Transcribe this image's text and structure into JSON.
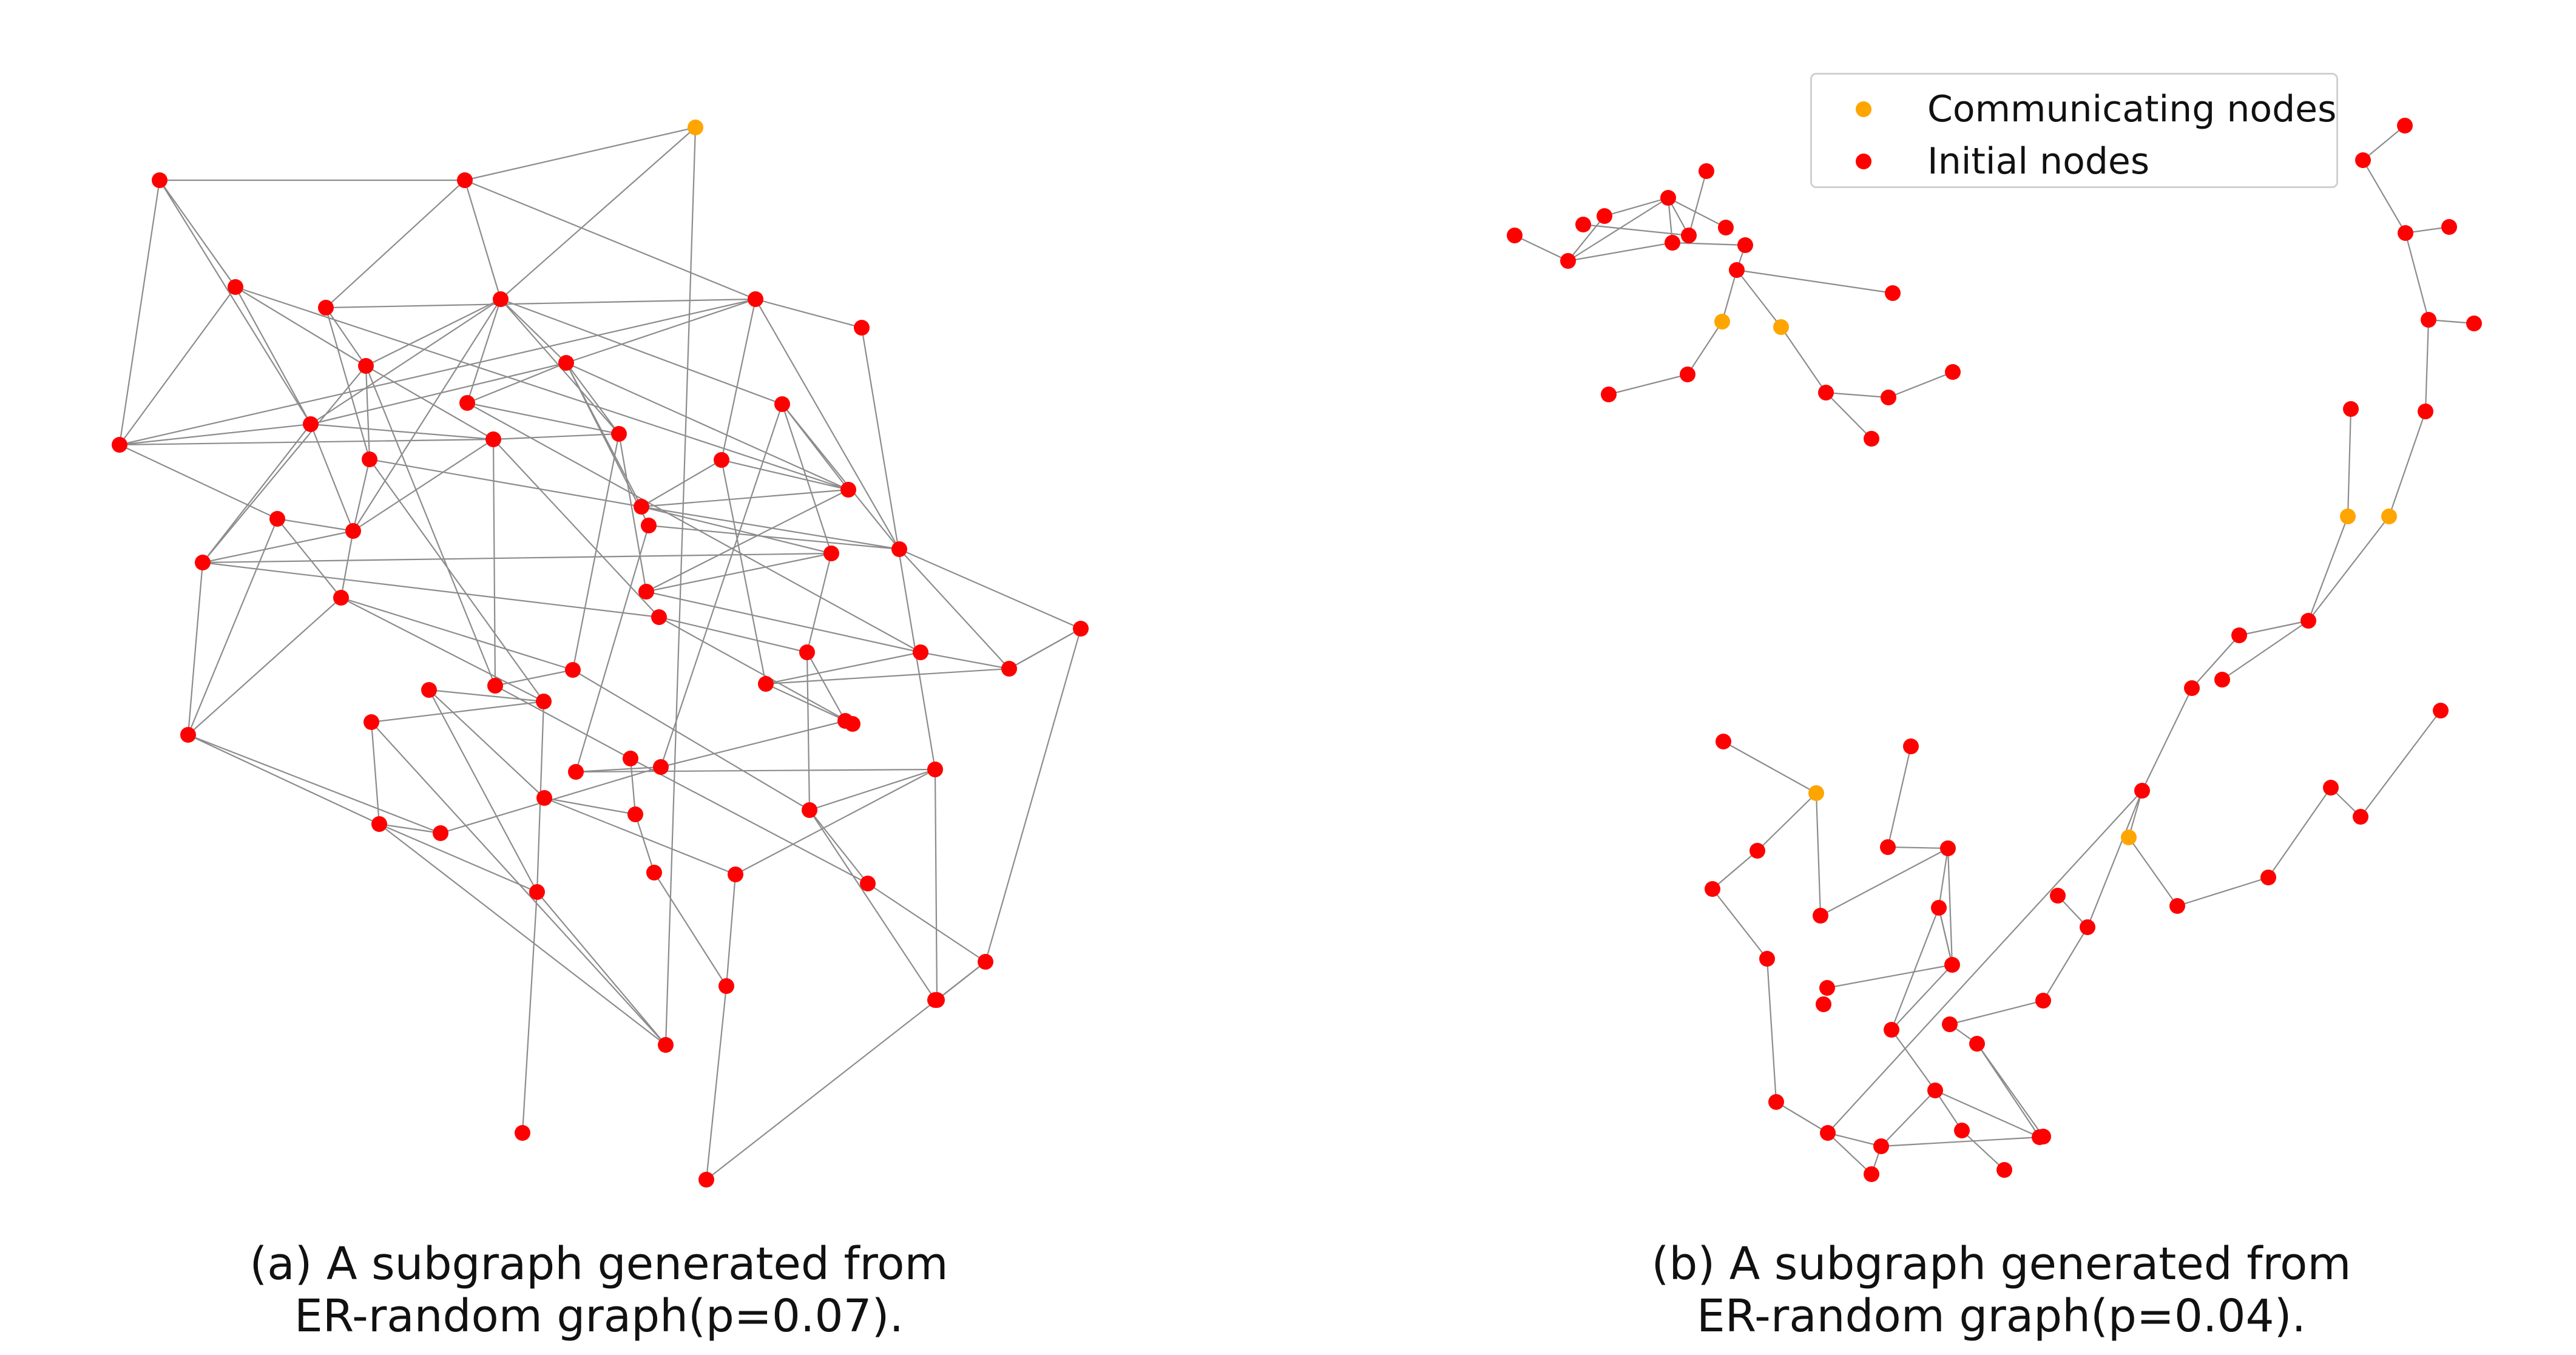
{
  "colors": {
    "initial": "#ff0000",
    "communicating": "#ffa500",
    "edge": "#8c8c8c"
  },
  "legend": [
    {
      "label": "Communicating nodes",
      "type": "communicating"
    },
    {
      "label": "Initial nodes",
      "type": "initial"
    }
  ],
  "panels": [
    {
      "caption_line1": "(a) A subgraph generated from",
      "caption_line2": "ER-random graph(p=0.07)."
    },
    {
      "caption_line1": "(b) A subgraph generated from",
      "caption_line2": "ER-random graph(p=0.04)."
    }
  ]
}
